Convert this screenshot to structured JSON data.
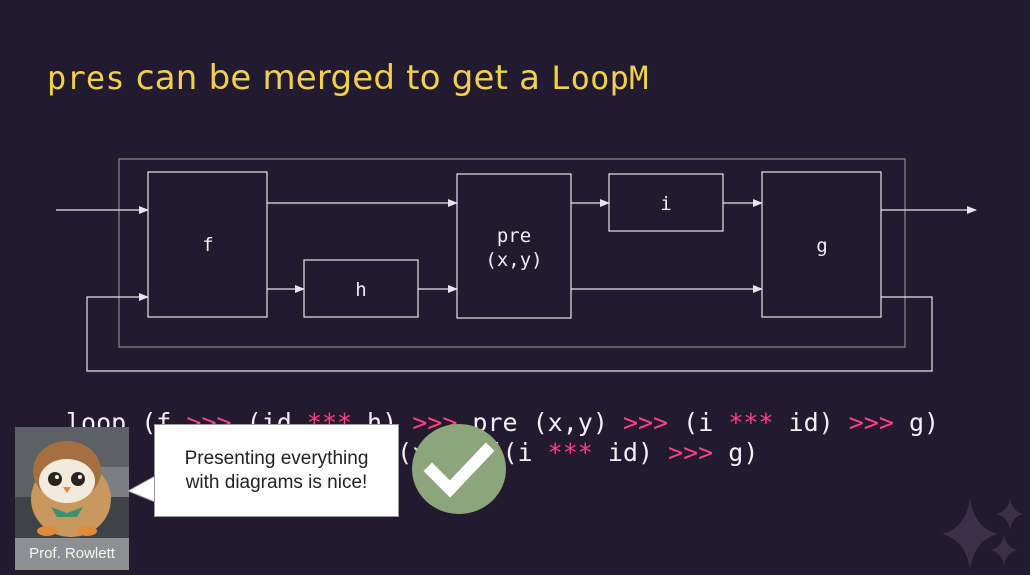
{
  "slide": {
    "title_code": "pres",
    "title_text": " can be merged to get a ",
    "title_code2": "LoopM"
  },
  "diagram": {
    "boxes": {
      "f": "f",
      "h": "h",
      "pre_line1": "pre",
      "pre_line2": "(x,y)",
      "i": "i",
      "g": "g"
    }
  },
  "code": {
    "line1": [
      {
        "text": "loop (f ",
        "op": false
      },
      {
        "text": ">>>",
        "op": true
      },
      {
        "text": " (id ",
        "op": false
      },
      {
        "text": "***",
        "op": true
      },
      {
        "text": " h) ",
        "op": false
      },
      {
        "text": ">>>",
        "op": true
      },
      {
        "text": " pre (x,y) ",
        "op": false
      },
      {
        "text": ">>>",
        "op": true
      },
      {
        "text": " (i ",
        "op": false
      },
      {
        "text": "***",
        "op": true
      },
      {
        "text": " id) ",
        "op": false
      },
      {
        "text": ">>>",
        "op": true
      },
      {
        "text": " g)",
        "op": false
      }
    ],
    "line2": [
      {
        "text": "  =                 ",
        "op": false
      },
      {
        "text": ") (x,y) ((i ",
        "op": false
      },
      {
        "text": "***",
        "op": true
      },
      {
        "text": " id) ",
        "op": false
      },
      {
        "text": ">>>",
        "op": true
      },
      {
        "text": " g)",
        "op": false
      }
    ]
  },
  "speaker": {
    "caption": "Prof. Rowlett",
    "bubble_line1": "Presenting everything",
    "bubble_line2": "with diagrams is nice!"
  },
  "colors": {
    "background": "#221a2e",
    "title": "#f2cf4c",
    "operator": "#ff3f86",
    "check": "#8da57a"
  },
  "icons": {
    "check": "check-circle-icon",
    "sparkle": "sparkle-icon"
  }
}
